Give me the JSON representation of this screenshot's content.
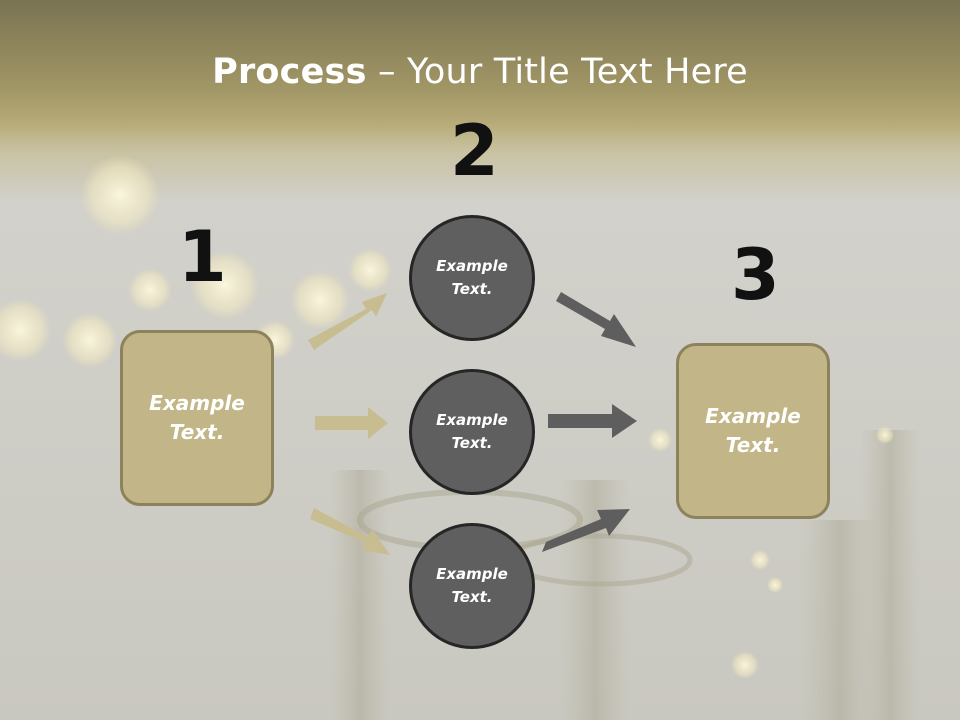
{
  "title": {
    "bold": "Process",
    "rest": " – Your Title Text Here"
  },
  "steps": {
    "one": "1",
    "two": "2",
    "three": "3"
  },
  "left_box": {
    "line1": "Example",
    "line2": "Text."
  },
  "right_box": {
    "line1": "Example",
    "line2": "Text."
  },
  "circles": [
    {
      "line1": "Example",
      "line2": "Text."
    },
    {
      "line1": "Example",
      "line2": "Text."
    },
    {
      "line1": "Example",
      "line2": "Text."
    }
  ],
  "colors": {
    "header_band": "#b4a774",
    "box_fill": "#c2b688",
    "box_border": "#8c825c",
    "circle_fill": "#5f5f5f",
    "circle_border": "#262626",
    "left_arrow": "#c8bd91",
    "right_arrow": "#5e5e5e"
  }
}
